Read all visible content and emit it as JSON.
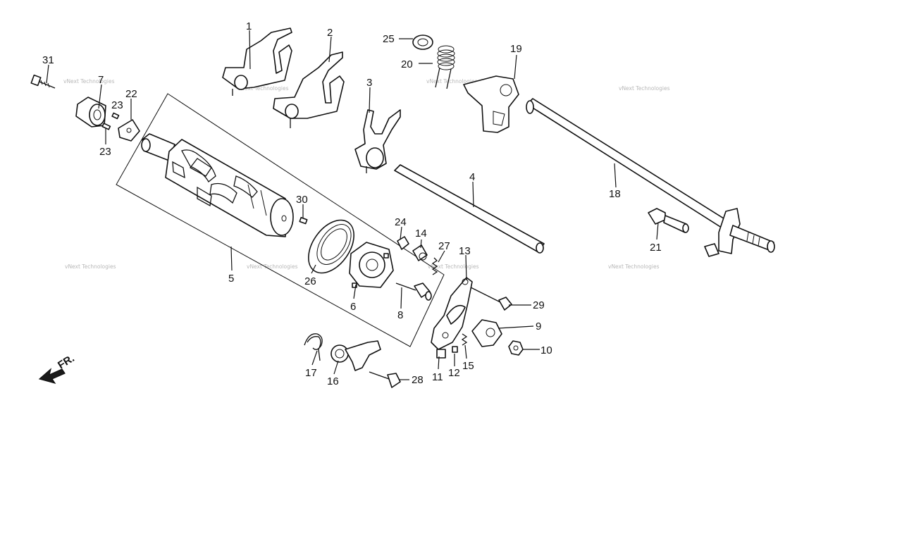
{
  "diagram": {
    "watermark_text": "vNext Technologies",
    "direction_label": "FR.",
    "callouts": {
      "p1": "1",
      "p2": "2",
      "p3": "3",
      "p4": "4",
      "p5": "5",
      "p6": "6",
      "p7": "7",
      "p8": "8",
      "p9": "9",
      "p10": "10",
      "p11": "11",
      "p12": "12",
      "p13": "13",
      "p14": "14",
      "p15": "15",
      "p16": "16",
      "p17": "17",
      "p18": "18",
      "p19": "19",
      "p20": "20",
      "p21": "21",
      "p22": "22",
      "p23a": "23",
      "p23b": "23",
      "p24": "24",
      "p25": "25",
      "p26": "26",
      "p27": "27",
      "p28": "28",
      "p29": "29",
      "p30": "30",
      "p31": "31"
    },
    "colors": {
      "ink": "#111111",
      "background": "#ffffff",
      "watermark": "#b8b8b8"
    }
  }
}
